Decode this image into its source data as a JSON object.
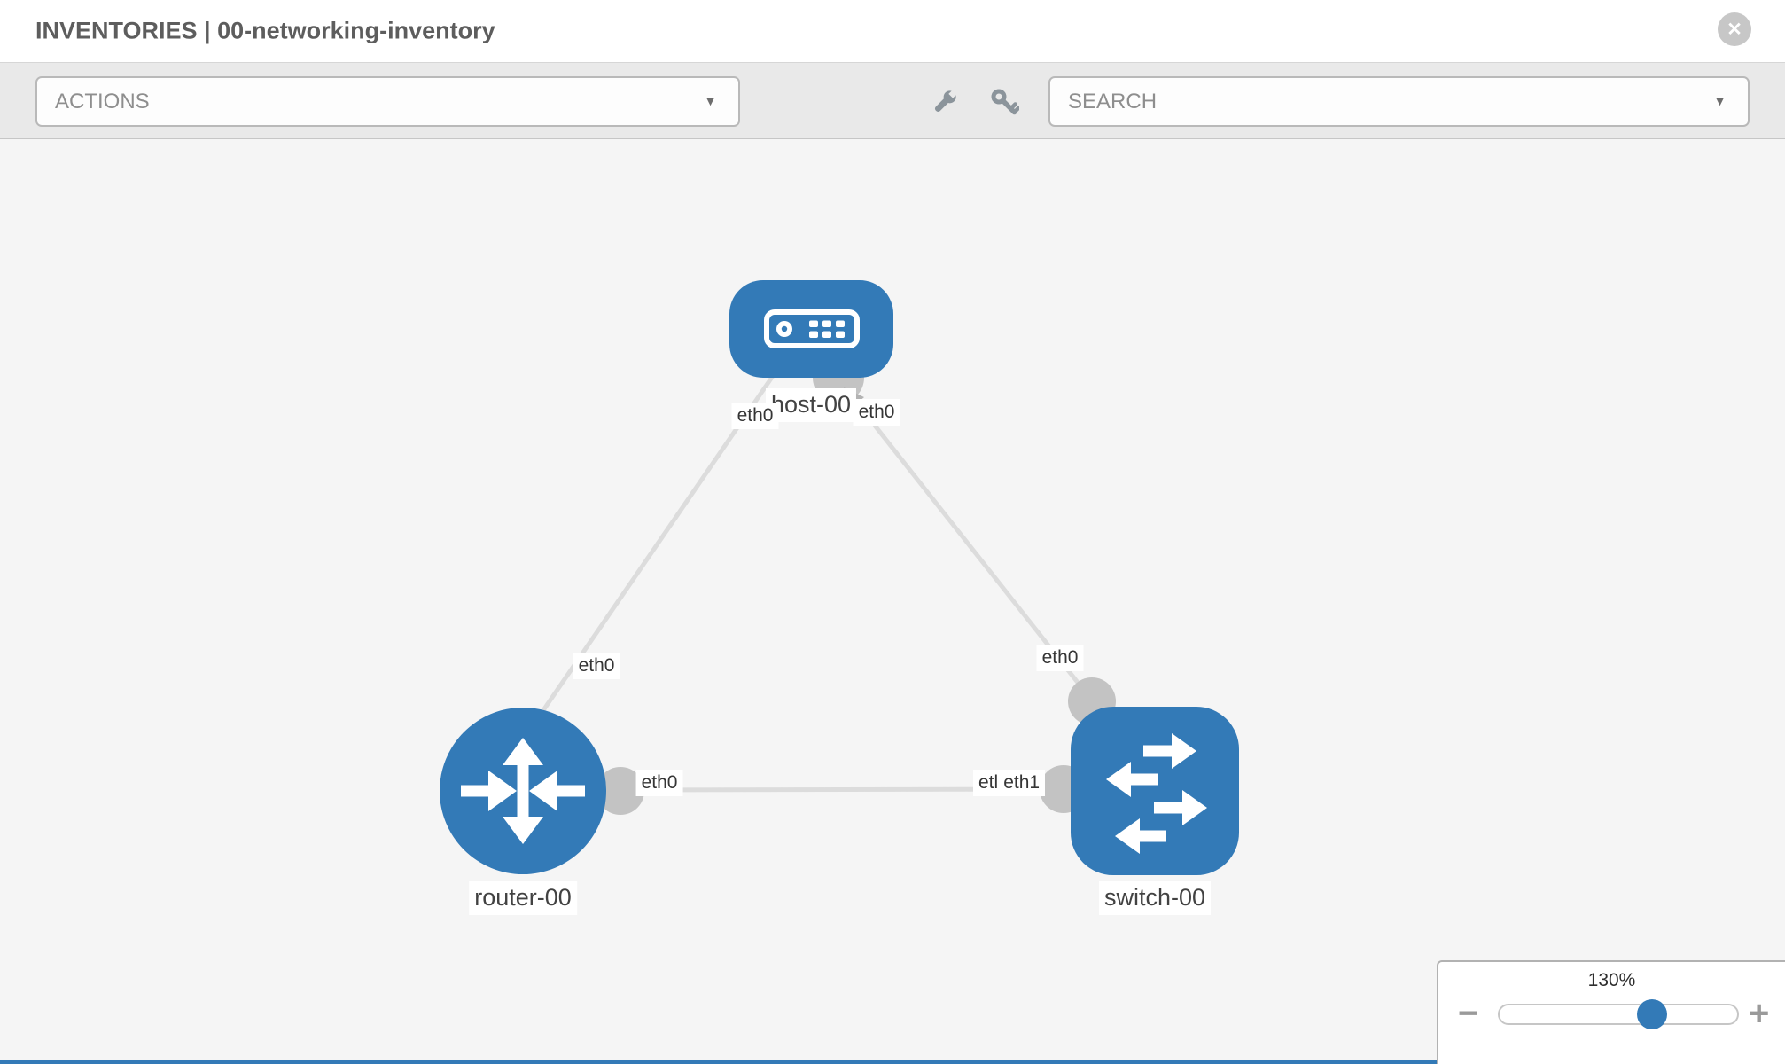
{
  "header": {
    "title": "INVENTORIES | 00-networking-inventory",
    "close_label": "✕"
  },
  "toolbar": {
    "actions_placeholder": "ACTIONS",
    "search_placeholder": "SEARCH",
    "caret": "▼",
    "icons": [
      "wrench-icon",
      "key-icon"
    ]
  },
  "graph": {
    "nodes": [
      {
        "id": "host-00",
        "type": "host",
        "label": "host-00"
      },
      {
        "id": "router-00",
        "type": "router",
        "label": "router-00"
      },
      {
        "id": "switch-00",
        "type": "switch",
        "label": "switch-00"
      }
    ],
    "links": [
      {
        "from": "host-00",
        "to": "router-00",
        "from_interface": "eth0",
        "to_interface": "eth0"
      },
      {
        "from": "host-00",
        "to": "switch-00",
        "from_interface": "eth0",
        "to_interface": "eth0"
      },
      {
        "from": "router-00",
        "to": "switch-00",
        "from_interface": "eth0",
        "to_interface": "eth1"
      }
    ],
    "interface_labels": {
      "host_left": "eth0",
      "host_right": "eth0",
      "router_diag": "eth0",
      "router_mid": "eth0",
      "switch_diag": "eth0",
      "switch_mid_clipped": "etl",
      "switch_mid_top": "eth1"
    }
  },
  "zoom_control": {
    "value": "130%",
    "minus_label": "−",
    "plus_label": "+"
  },
  "colors": {
    "accent_blue": "#337ab7",
    "edge_gray": "#dcdcdc",
    "interface_gray": "#c3c3c3",
    "toolbar_gray": "#e9e9e9"
  }
}
